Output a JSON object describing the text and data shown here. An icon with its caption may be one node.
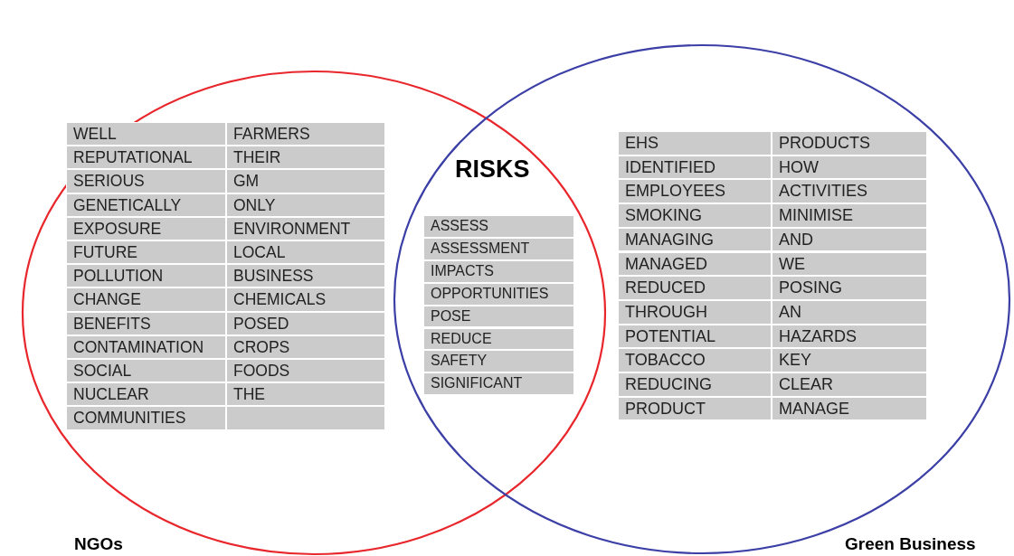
{
  "diagram": {
    "nodes": [
      {
        "text": [
          "NGOs"
        ]
      },
      {
        "text": [
          "Green Business"
        ]
      },
      {
        "text": [
          "WELL",
          "FARMERS",
          "REPUTATIONAL",
          "THEIR",
          "SERIOUS",
          "GM",
          "GENETICALLY",
          "ONLY",
          "EXPOSURE",
          "ENVIRONMENT",
          "FUTURE",
          "LOCAL",
          "POLLUTION",
          "BUSINESS",
          "CHANGE",
          "CHEMICALS",
          "BENEFITS",
          "POSED",
          "CONTAMINATION",
          "CROPS",
          "SOCIAL",
          "FOODS",
          "NUCLEAR",
          "THE",
          "COMMUNITIES"
        ],
        "in": 0
      },
      {
        "text": [
          "ASSESS",
          "ASSESSMENT",
          "IMPACTS",
          "OPPORTUNITIES",
          "POSE",
          "REDUCE",
          "SAFETY",
          "SIGNIFICANT"
        ]
      },
      {
        "text": [
          "EHS",
          "PRODUCTS",
          "IDENTIFIED",
          "HOW",
          "EMPLOYEES",
          "ACTIVITIES",
          "SMOKING",
          "MINIMISE",
          "MANAGING",
          "AND",
          "MANAGED",
          "WE",
          "REDUCED",
          "POSING",
          "THROUGH",
          "AN",
          "POTENTIAL",
          "HAZARDS",
          "TOBACCO",
          "KEY",
          "REDUCING",
          "CLEAR",
          "PRODUCT",
          "MANAGE"
        ],
        "in": 1
      }
    ],
    "labels": [
      "RISKS"
    ]
  }
}
